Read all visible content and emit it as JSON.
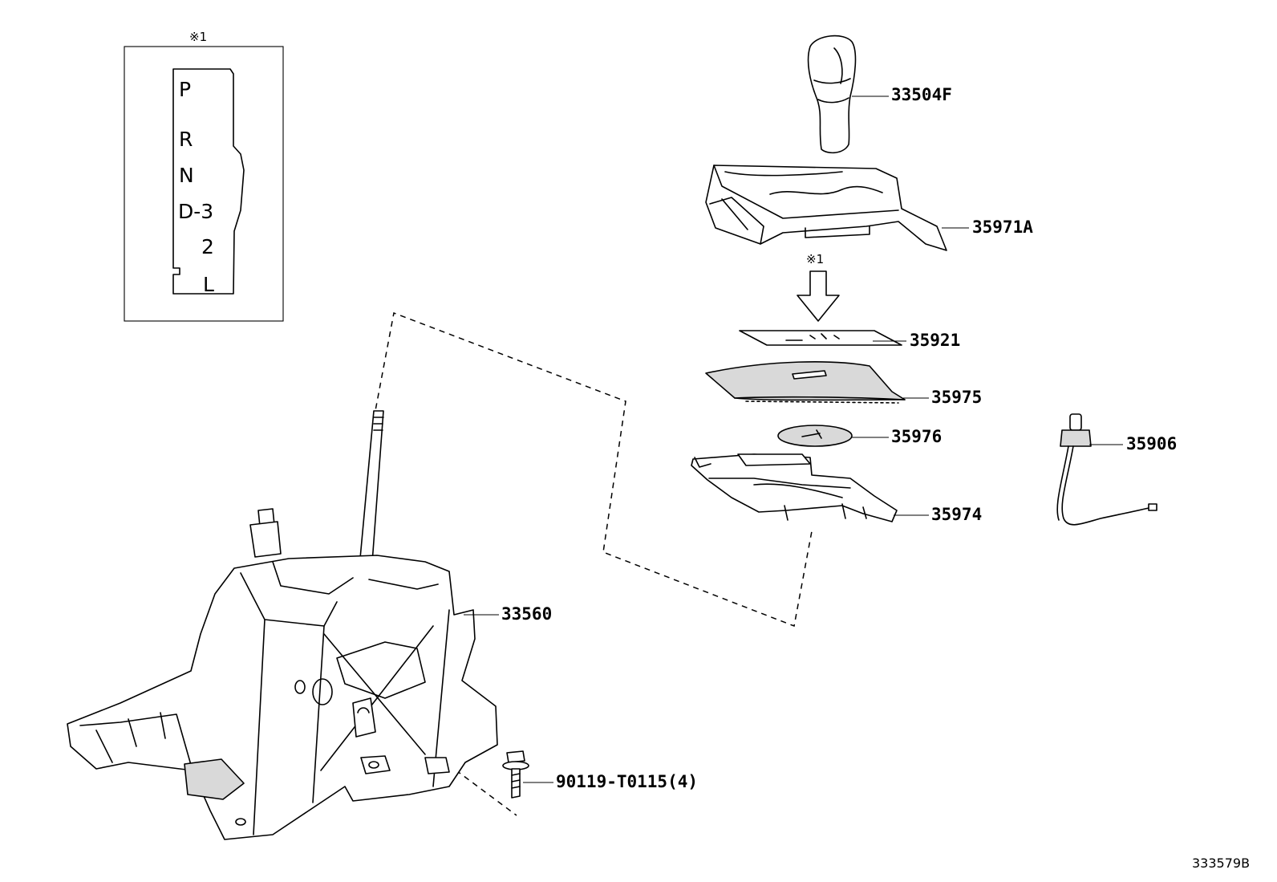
{
  "gate_panel": {
    "note_mark": "※1",
    "positions": [
      "P",
      "R",
      "N",
      "D-3",
      "2",
      "L"
    ]
  },
  "indicator_note_mark": "※1",
  "parts": {
    "knob": "33504F",
    "housing_upper": "35971A",
    "indicator_plate": "35921",
    "slide_cover": "35975",
    "slide_disc": "35976",
    "housing_lower": "35974",
    "switch_harness": "35906",
    "shift_lever_assy": "33560",
    "bolt": "90119-T0115(4)"
  },
  "figure_ref": "333579B"
}
